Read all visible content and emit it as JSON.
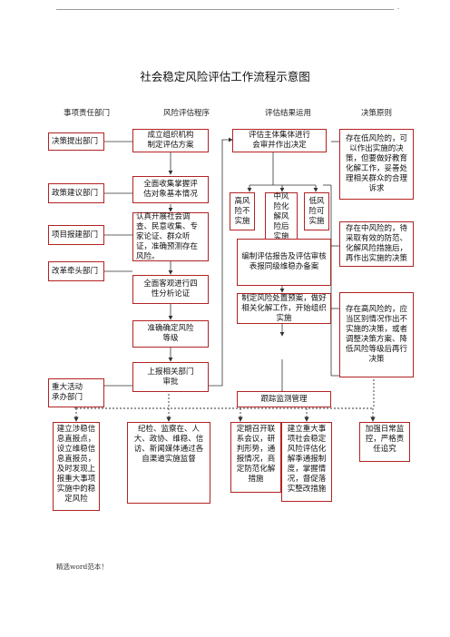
{
  "header_dot": ".",
  "title": "社会稳定风险评估工作流程示意图",
  "columns": [
    "事项责任部门",
    "风险评估程序",
    "评估结果运用",
    "决策原则"
  ],
  "departments": [
    "决策提出部门",
    "政策建议部门",
    "项目报建部门",
    "改革牵头部门",
    "重大活动\n承办部门"
  ],
  "procedure": [
    "成立组织机构\n制定评估方案",
    "全面收集掌握评\n估对象基本情况",
    "认真开展社会调查、民意收集、专家论证、群众听证，准确预测存在风险。",
    "全面客观进行四\n性分析论证",
    "准确确定风险\n等级",
    "上报相关部门\n审批"
  ],
  "results": {
    "collective": "评估主体集体进行\n会审并作出决定",
    "high": "高风\n险不\n实施",
    "mid": "中风\n险化\n解风\n险后\n实施",
    "low": "低风\n险可\n实施",
    "report": "编制评估报告及评估审核表报同级维稳办备案",
    "plan": "制定风险处置预案，做好相关化解工作，开始组织实施",
    "monitor": "跟踪监测管理"
  },
  "principles": [
    "存在低风险的，可以作出实施的决策，但要做好教育化解工作，妥善处理相关群众的合理诉求",
    "存在中风险的，待采取有效的防范、化解风险措施后，再作出实施的决策",
    "存在高风险的，应当区别情况作出不实施的决策，或者调整决策方案、降低风险等级后再行决策"
  ],
  "bottom": [
    "建立涉稳信息直报点，设立维稳信息直报员，及时发现上报重大事项实施中的稳定风险",
    "纪检、监察在、人大、政协、维稳、信访、新闻媒体通过各自渠道实施监督",
    "定期召开联系会议，研判形势，通报情况，商定防范化解措施",
    "建立重大事项社会稳定风险评估化解季通报制度，掌握情况，督促落实整改措施",
    "加强日常监控，严格责任追究"
  ],
  "footer": "精选word范本！",
  "colors": {
    "border": "#b22222",
    "text": "#111111"
  }
}
